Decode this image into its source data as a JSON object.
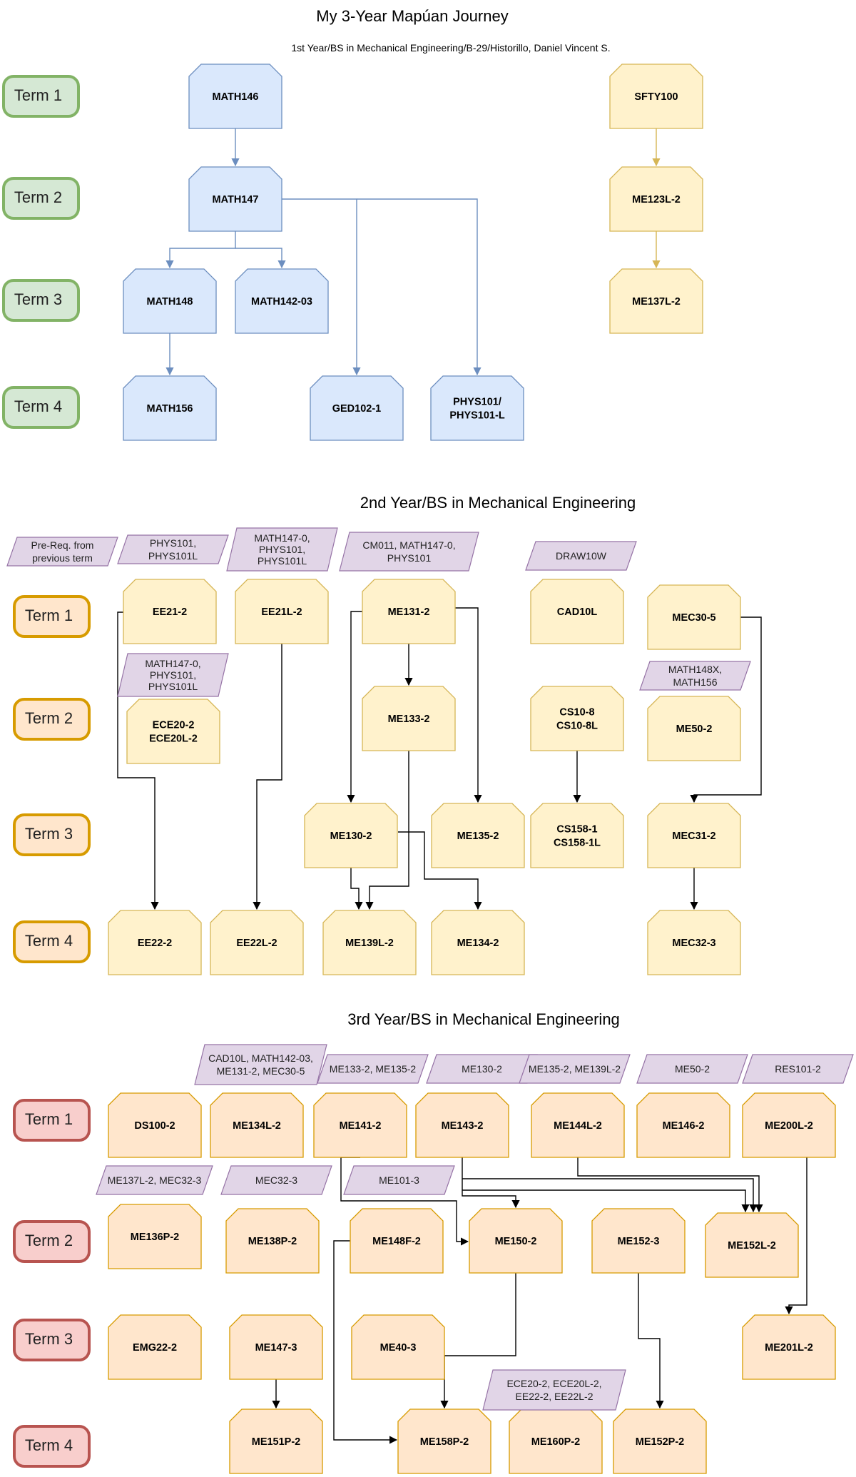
{
  "title": "My 3-Year Mapúan Journey",
  "sections": [
    {
      "heading": "1st Year/BS in Mechanical Engineering/B-29/Historillo, Daniel Vincent S.",
      "terms": [
        "Term 1",
        "Term 2",
        "Term 3",
        "Term 4"
      ],
      "term_color": "#82b366",
      "courses": [
        "MATH146",
        "MATH147",
        "MATH148",
        "MATH142-03",
        "MATH156",
        "GED102-1",
        "PHYS101/\nPHYS101-L",
        "SFTY100",
        "ME123L-2",
        "ME137L-2"
      ],
      "notes": []
    },
    {
      "heading": "2nd Year/BS in Mechanical Engineering",
      "terms": [
        "Term 1",
        "Term 2",
        "Term 3",
        "Term 4"
      ],
      "term_color": "#d79b00",
      "courses": [
        "EE21-2",
        "EE21L-2",
        "ME131-2",
        "CAD10L",
        "MEC30-5",
        "ECE20-2\nECE20L-2",
        "ME133-2",
        "CS10-8\nCS10-8L",
        "ME50-2",
        "ME130-2",
        "ME135-2",
        "CS158-1\nCS158-1L",
        "MEC31-2",
        "EE22-2",
        "EE22L-2",
        "ME139L-2",
        "ME134-2",
        "MEC32-3"
      ],
      "notes": [
        "Pre-Req. from\nprevious term",
        "PHYS101,\nPHYS101L",
        "MATH147-0,\nPHYS101,\nPHYS101L",
        "CM011, MATH147-0,\nPHYS101",
        "DRAW10W",
        "MATH147-0,\nPHYS101,\nPHYS101L",
        "MATH148X,\nMATH156"
      ]
    },
    {
      "heading": "3rd Year/BS in Mechanical Engineering",
      "terms": [
        "Term 1",
        "Term 2",
        "Term 3",
        "Term 4"
      ],
      "term_color": "#b85450",
      "courses": [
        "DS100-2",
        "ME134L-2",
        "ME141-2",
        "ME143-2",
        "ME144L-2",
        "ME146-2",
        "ME200L-2",
        "ME136P-2",
        "ME138P-2",
        "ME148F-2",
        "ME150-2",
        "ME152-3",
        "ME152L-2",
        "EMG22-2",
        "ME147-3",
        "ME40-3",
        "ME201L-2",
        "ME151P-2",
        "ME158P-2",
        "ME160P-2",
        "ME152P-2"
      ],
      "notes": [
        "CAD10L, MATH142-03,\nME131-2, MEC30-5",
        "ME133-2, ME135-2",
        "ME130-2",
        "ME135-2, ME139L-2",
        "ME50-2",
        "RES101-2",
        "ME137L-2, MEC32-3",
        "MEC32-3",
        "ME101-3",
        "ECE20-2, ECE20L-2,\nEE22-2, EE22L-2"
      ]
    }
  ],
  "colors": {
    "blue_fill": "#dae8fc",
    "blue_stroke": "#6c8ebf",
    "yellow_fill": "#fff2cc",
    "yellow_stroke": "#d6b656",
    "orange_fill": "#ffe6cc",
    "orange_stroke": "#d79b00",
    "purple_fill": "#e1d5e7",
    "purple_stroke": "#9673a6",
    "green_fill": "#d5e8d4",
    "green_stroke": "#82b366",
    "tan_fill": "#ffe6cc",
    "tan_stroke": "#d79b00",
    "red_fill": "#f8cecc",
    "red_stroke": "#b85450",
    "arrow_blue": "#6c8ebf",
    "arrow_yellow": "#d6b656",
    "arrow_black": "#000000"
  }
}
